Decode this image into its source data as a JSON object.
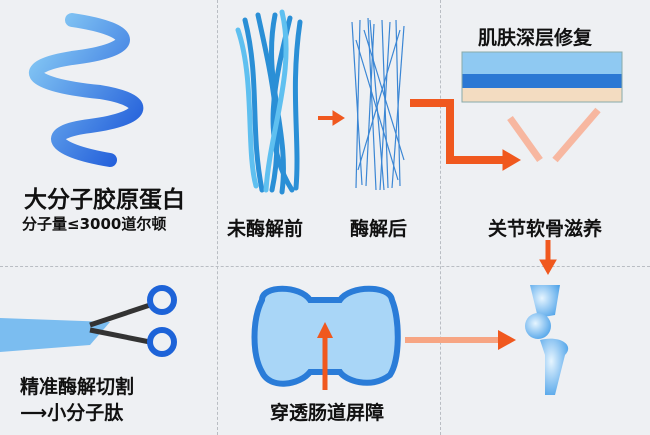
{
  "panels": {
    "collagen": {
      "title": "大分子胶原蛋白",
      "subtitle": "分子量≤3000道尔顿"
    },
    "before": {
      "label": "未酶解前"
    },
    "after": {
      "label": "酶解后"
    },
    "skin": {
      "label": "肌肤深层修复"
    },
    "joint": {
      "label": "关节软骨滋养"
    },
    "cutting": {
      "line1": "精准酶解切割",
      "line2": "⟶小分子肽"
    },
    "intestine": {
      "label": "穿透肠道屏障"
    }
  },
  "colors": {
    "accent_arrow": "#f0581e",
    "blue": "#1f6fd6",
    "light_blue": "#5fb2ee",
    "background": "#eef0f3"
  }
}
